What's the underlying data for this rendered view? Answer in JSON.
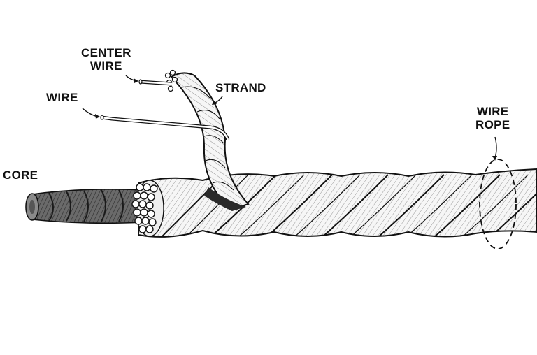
{
  "diagram": {
    "labels": {
      "center_wire": [
        "CENTER",
        "WIRE"
      ],
      "wire": "WIRE",
      "strand": "STRAND",
      "core": "CORE",
      "wire_rope": [
        "WIRE",
        "ROPE"
      ]
    },
    "colors": {
      "ink": "#111111",
      "background": "#ffffff",
      "core_fill": "#6a6a6a",
      "core_shadow": "#3a3a3a",
      "strand_fill": "#f6f6f6"
    }
  }
}
